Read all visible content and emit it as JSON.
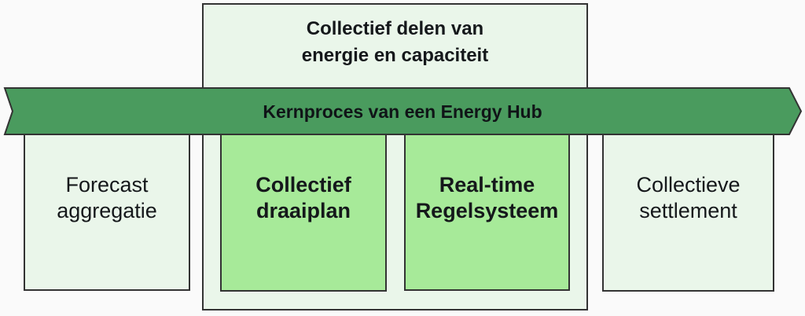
{
  "diagram": {
    "top_box": {
      "line1": "Collectief delen van",
      "line2": "energie en capaciteit"
    },
    "banner": {
      "label": "Kernproces van een Energy Hub"
    },
    "process_boxes": [
      {
        "line1": "Forecast",
        "line2": "aggregatie",
        "emphasis": false
      },
      {
        "line1": "Collectief",
        "line2": "draaiplan",
        "emphasis": true
      },
      {
        "line1": "Real-time",
        "line2": "Regelsysteem",
        "emphasis": true
      },
      {
        "line1": "Collectieve",
        "line2": "settlement",
        "emphasis": false
      }
    ],
    "colors": {
      "background": "#fafafa",
      "light_green": "#eaf6ea",
      "bright_green": "#a7ea99",
      "banner_green": "#4a9b5e",
      "outline": "#333333",
      "text": "#15181b"
    }
  }
}
